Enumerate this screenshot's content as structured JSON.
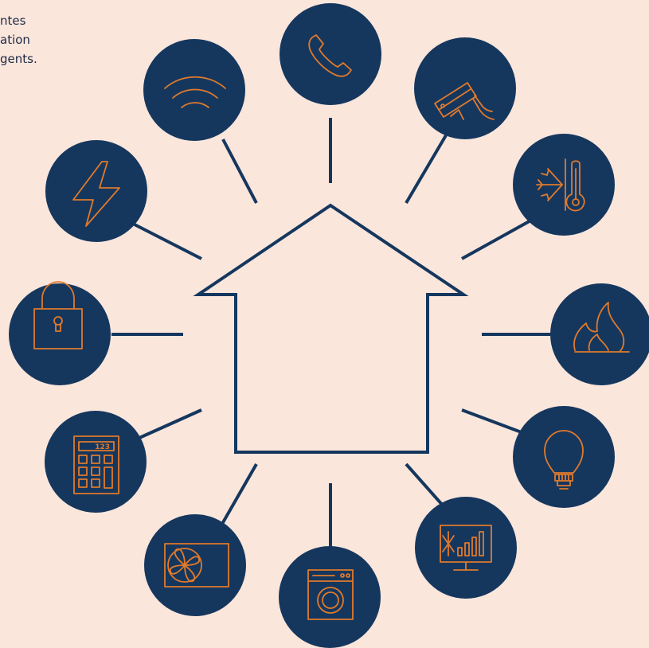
{
  "intro_text": {
    "lines": [
      "ntes",
      "ation",
      "gents."
    ]
  },
  "colors": {
    "background": "#fbe6dc",
    "navy": "#15375e",
    "accent": "#e07a2c",
    "text": "#1d2a44"
  },
  "house": {
    "label": ""
  },
  "nodes": [
    {
      "icon": "phone-icon"
    },
    {
      "icon": "security-camera-icon"
    },
    {
      "icon": "snowflake-thermometer-icon"
    },
    {
      "icon": "flame-icon"
    },
    {
      "icon": "light-bulb-icon"
    },
    {
      "icon": "energy-monitor-icon"
    },
    {
      "icon": "washing-machine-icon"
    },
    {
      "icon": "ventilation-fan-icon"
    },
    {
      "icon": "calculator-icon"
    },
    {
      "icon": "padlock-icon"
    },
    {
      "icon": "lightning-icon"
    },
    {
      "icon": "wifi-icon"
    }
  ],
  "calculator": {
    "display": "123"
  }
}
